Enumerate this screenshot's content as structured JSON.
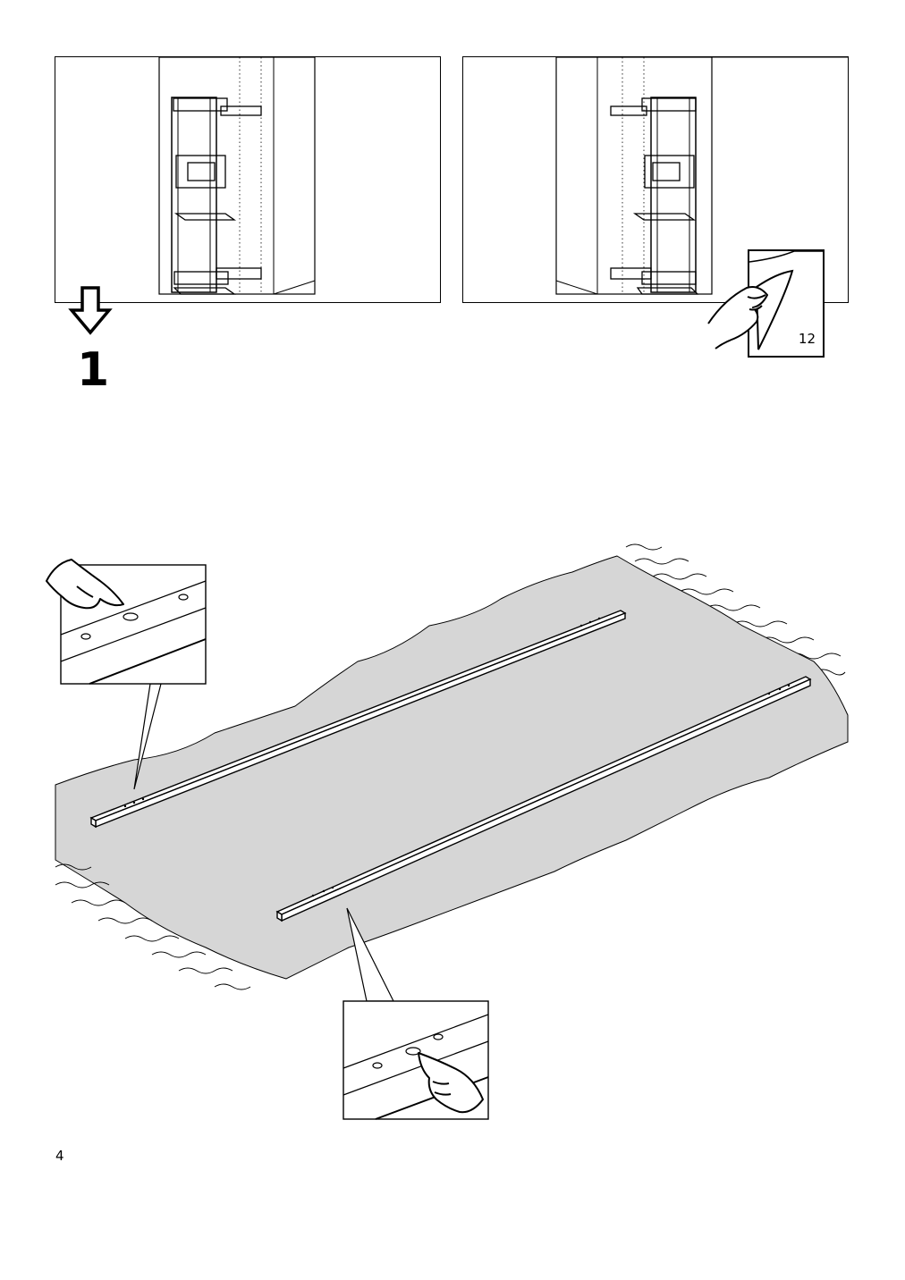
{
  "step": {
    "number": "1"
  },
  "page_reference": {
    "number": "12"
  },
  "footer": {
    "page_number": "4"
  },
  "icons": {
    "arrow": "down-arrow-icon",
    "page_turn": "page-turn-hand-icon",
    "pointing_hand": "pointing-hand-icon"
  },
  "colors": {
    "floor_mat": "#d6d6d6",
    "line": "#000000"
  }
}
